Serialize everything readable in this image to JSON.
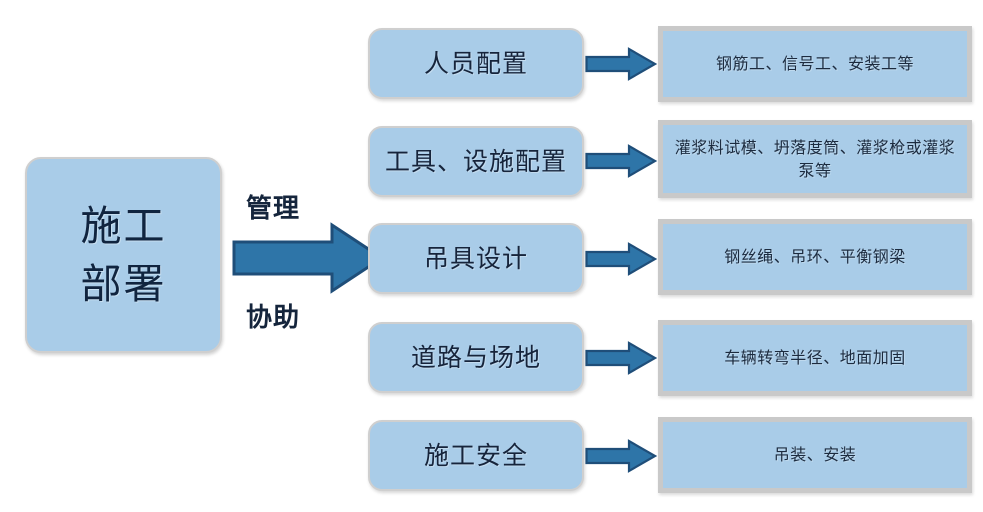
{
  "diagram": {
    "title": "施工部署",
    "root": {
      "label": "施工\n部署",
      "fill_color": "#a9cce8",
      "border_color": "#cfcfcf",
      "text_color": "#10243f"
    },
    "edge_labels": {
      "top": "管理",
      "bottom": "协助"
    },
    "arrow_color": "#2e75a8",
    "arrow_outline_color": "#1f4e79",
    "big_arrow_name": "big-right-arrow",
    "rows": [
      {
        "category": "人员配置",
        "detail": "钢筋工、信号工、安装工等",
        "arrow": "right-arrow"
      },
      {
        "category": "工具、设施配置",
        "detail": "灌浆料试模、坍落度筒、灌浆枪或灌浆泵等",
        "arrow": "right-arrow"
      },
      {
        "category": "吊具设计",
        "detail": "钢丝绳、吊环、平衡钢梁",
        "arrow": "right-arrow"
      },
      {
        "category": "道路与场地",
        "detail": "车辆转弯半径、地面加固",
        "arrow": "right-arrow"
      },
      {
        "category": "施工安全",
        "detail": "吊装、安装",
        "arrow": "right-arrow"
      }
    ]
  }
}
